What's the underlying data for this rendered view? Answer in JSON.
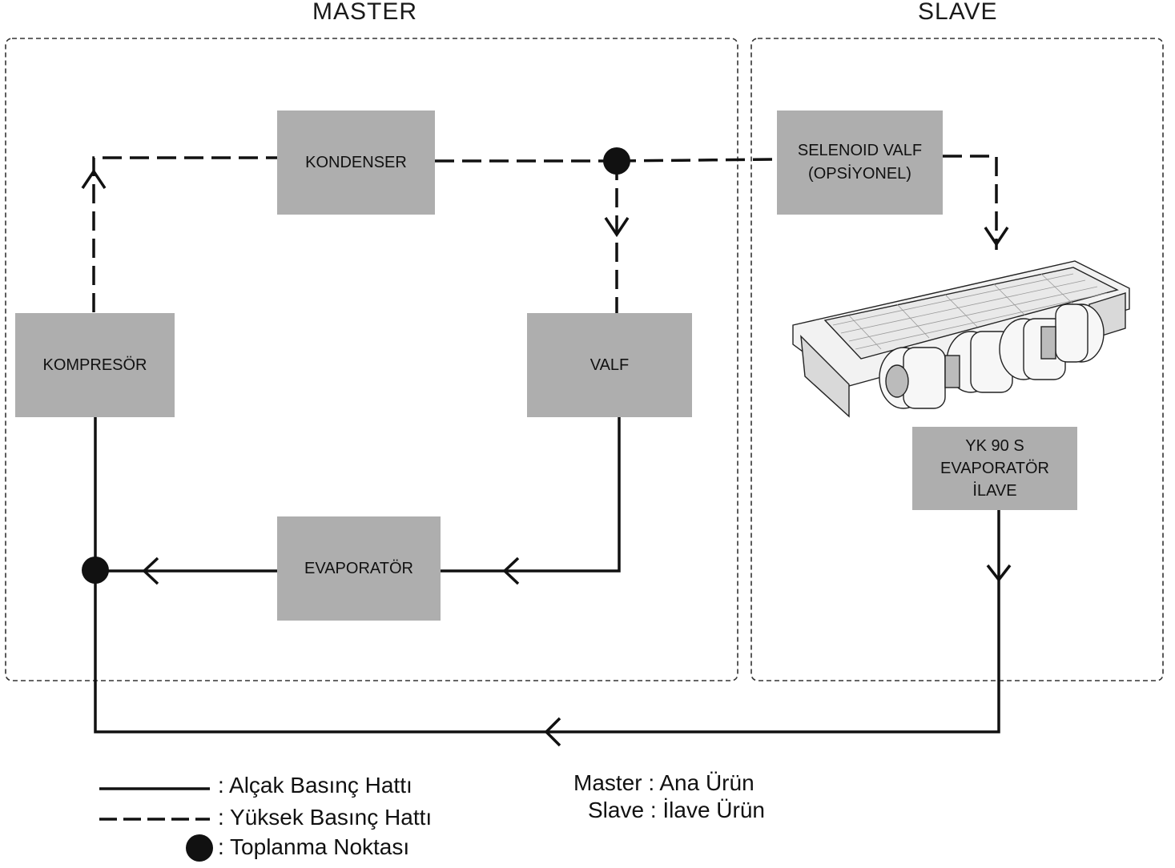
{
  "regions": {
    "master_title": "MASTER",
    "slave_title": "SLAVE"
  },
  "components": {
    "kondenser": "KONDENSER",
    "kompresor": "KOMPRESÖR",
    "valf": "VALF",
    "evaporator": "EVAPORATÖR",
    "selenoid_line1": "SELENOID VALF",
    "selenoid_line2": "(OPSİYONEL)",
    "yk_line1": "YK 90 S",
    "yk_line2": "EVAPORATÖR",
    "yk_line3": "İLAVE"
  },
  "product_image": {
    "icon": "evaporator-unit-illustration"
  },
  "legend": {
    "low_pressure": ":  Alçak Basınç Hattı",
    "high_pressure": ":  Yüksek Basınç Hattı",
    "junction": ":  Toplanma Noktası",
    "master_def": "Master :  Ana Ürün",
    "slave_def": "Slave :  İlave Ürün"
  },
  "colors": {
    "box_fill": "#aeaeae",
    "line": "#111111"
  }
}
